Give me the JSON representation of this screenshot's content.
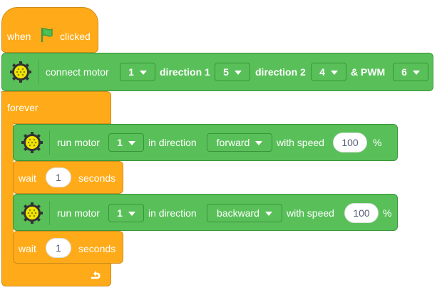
{
  "hat": {
    "when_label": "when",
    "flag_icon": "green-flag-icon",
    "clicked_label": "clicked"
  },
  "connect": {
    "icon": "motor-gear-icon",
    "label": "connect motor",
    "motor_value": "1",
    "dir1_label": "direction 1",
    "dir1_value": "5",
    "dir2_label": "direction 2",
    "dir2_value": "4",
    "pwm_label": "& PWM",
    "pwm_value": "6"
  },
  "forever": {
    "label": "forever",
    "loop_icon": "loop-arrow-icon"
  },
  "run1": {
    "label": "run motor",
    "motor_value": "1",
    "in_direction_label": "in direction",
    "direction_value": "forward",
    "speed_label": "with speed",
    "speed_value": "100",
    "percent_label": "%"
  },
  "wait1": {
    "label": "wait",
    "value": "1",
    "unit_label": "seconds"
  },
  "run2": {
    "label": "run motor",
    "motor_value": "1",
    "in_direction_label": "in direction",
    "direction_value": "backward",
    "speed_label": "with speed",
    "speed_value": "100",
    "percent_label": "%"
  },
  "wait2": {
    "label": "wait",
    "value": "1",
    "unit_label": "seconds"
  },
  "colors": {
    "motion_green": "#59c059",
    "control_orange": "#ffab19",
    "flag_green": "#4cbf56",
    "gear_yellow": "#f4e600"
  }
}
